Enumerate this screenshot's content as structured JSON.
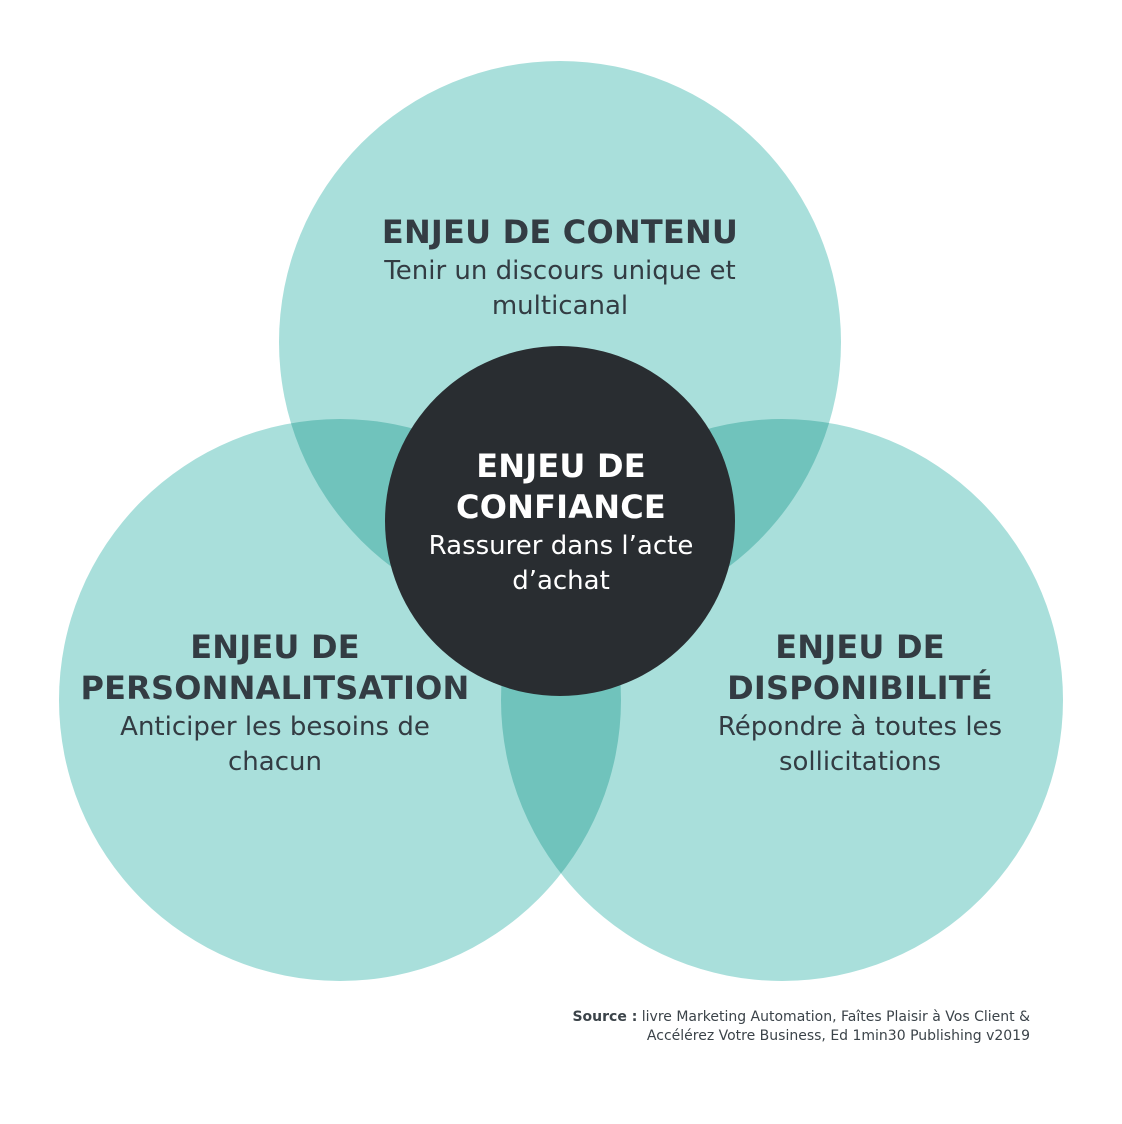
{
  "colors": {
    "circle_fill": "#a9dfdb",
    "overlap_fill": "#7fcec8",
    "center_fill": "#292d31",
    "text_dark": "#333c43",
    "text_light": "#ffffff"
  },
  "circles": {
    "top": {
      "title": "ENJEU DE CONTENU",
      "subtitle": "Tenir un discours unique et multicanal"
    },
    "left": {
      "title": "ENJEU DE PERSONNALITSATION",
      "subtitle": "Anticiper les besoins de chacun"
    },
    "right": {
      "title": "ENJEU DE DISPONIBILITÉ",
      "subtitle": "Répondre à toutes les sollicitations"
    },
    "center": {
      "title": "ENJEU DE CONFIANCE",
      "subtitle": "Rassurer dans l’acte d’achat"
    }
  },
  "source": {
    "label": "Source :",
    "text": "livre Marketing Automation, Faîtes Plaisir à Vos Client & Accélérez Votre Business, Ed 1min30 Publishing v2019"
  }
}
